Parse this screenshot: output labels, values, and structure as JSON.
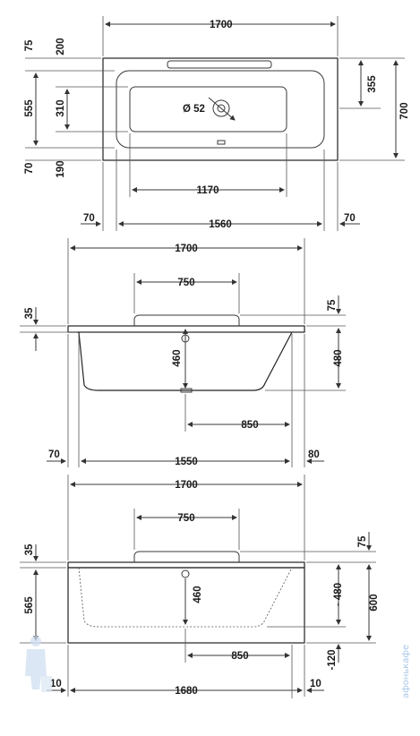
{
  "top_view": {
    "width": "1700",
    "depth": "700",
    "edge_top": "75",
    "inner_top": "200",
    "inner_len": "555",
    "inner_width": "310",
    "half_depth": "355",
    "edge_bottom": "70",
    "inner_bottom": "190",
    "inner_span": "1170",
    "side_left": "70",
    "inner_length": "1560",
    "side_right": "70",
    "drain": "Ø 52"
  },
  "side_view": {
    "width": "1700",
    "mid": "750",
    "rim": "35",
    "rim_right": "75",
    "drain_height": "460",
    "depth": "480",
    "drain_offset": "850",
    "side_left": "70",
    "bottom_len": "1550",
    "side_right": "80"
  },
  "panel_view": {
    "width": "1700",
    "mid": "750",
    "rim": "35",
    "rim_right": "75",
    "height_left": "565",
    "drain_height": "460",
    "depth": "- 480",
    "total_height": "600",
    "below": "-120",
    "drain_offset": "850",
    "side_left": "10",
    "length": "1680",
    "side_right": "10"
  },
  "watermark": "афонькафе",
  "colors": {
    "line": "#3a3a3a",
    "text": "#1a1a1a",
    "watermark": "#a9c8e8"
  }
}
